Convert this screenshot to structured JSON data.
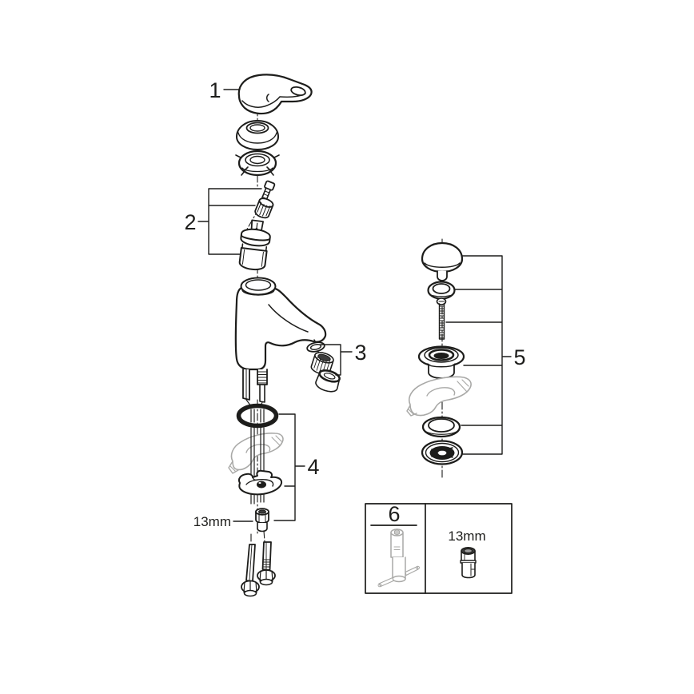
{
  "diagram": {
    "background": "#ffffff",
    "line_color": "#1d1d1b",
    "phantom_color": "#a9a9a7",
    "callouts": [
      {
        "label": "1",
        "part": "lever-handle"
      },
      {
        "label": "2",
        "part": "cartridge-assembly"
      },
      {
        "label": "3",
        "part": "aerator-assembly"
      },
      {
        "label": "4",
        "part": "mounting-hardware"
      },
      {
        "label": "5",
        "part": "pop-up-waste-assembly"
      },
      {
        "label": "6",
        "part": "installation-tool"
      }
    ],
    "annotations": {
      "mounting_nut_size": "13mm",
      "socket_size": "13mm"
    },
    "parts": [
      "lever-handle",
      "dome-cap",
      "ring-nut",
      "fixing-screw",
      "handle-adapter",
      "cartridge",
      "faucet-body",
      "aerator-washer",
      "aerator-insert",
      "aerator-housing",
      "base-o-ring",
      "wedge-gasket",
      "horseshoe-washer",
      "mounting-nut",
      "supply-hoses",
      "waste-plug-cap",
      "cap-seal-ring",
      "connecting-screw",
      "waste-flange",
      "waste-wedge-gasket",
      "waste-seal-ring",
      "waste-body",
      "socket-wrench-tool",
      "socket-13mm"
    ]
  }
}
